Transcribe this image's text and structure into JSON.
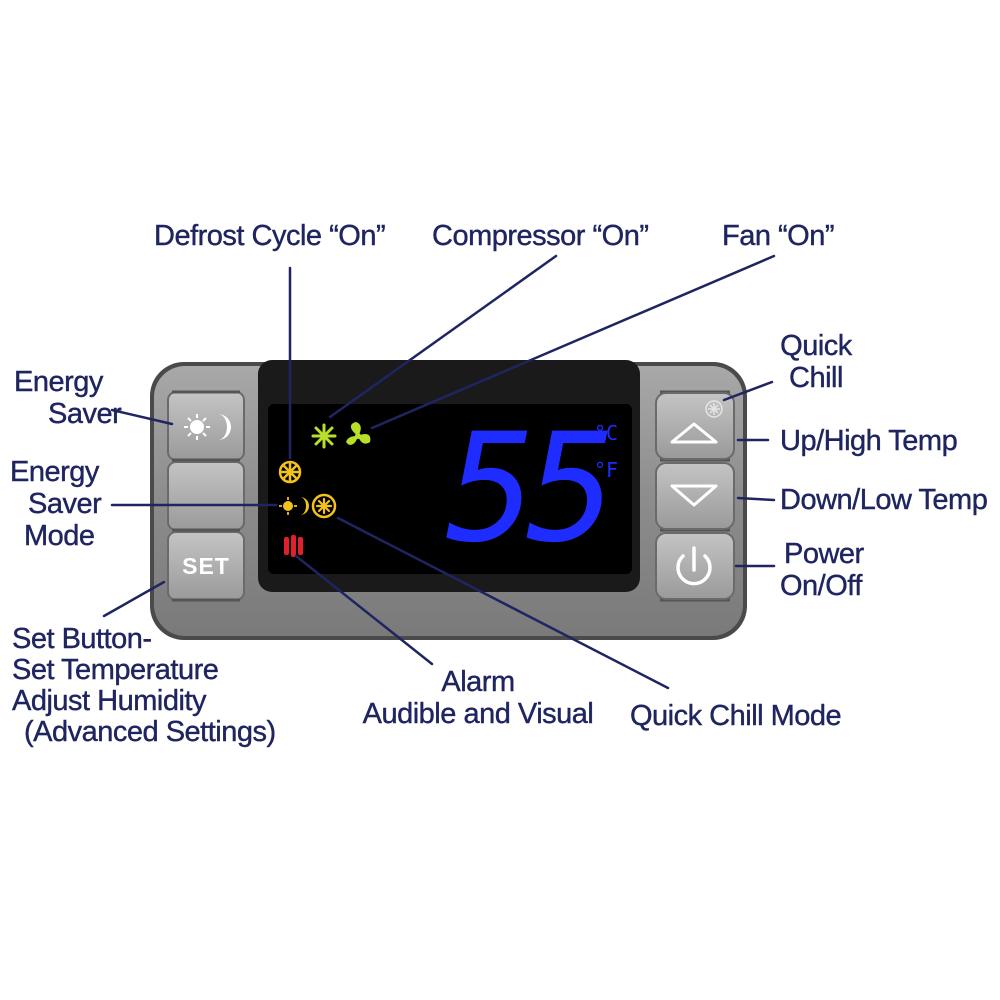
{
  "display": {
    "temperature": "55",
    "unit_celsius": "°C",
    "unit_fahrenheit": "°F"
  },
  "buttons": {
    "set_label": "SET"
  },
  "labels": {
    "defrost": "Defrost Cycle “On”",
    "compressor": "Compressor “On”",
    "fan": "Fan “On”",
    "energy_saver": [
      "Energy",
      "Saver"
    ],
    "energy_saver_mode": [
      "Energy",
      "Saver",
      "Mode"
    ],
    "set_button": [
      "Set Button-",
      "Set Temperature",
      "Adjust Humidity",
      "(Advanced Settings)"
    ],
    "quick_chill": [
      "Quick",
      "Chill"
    ],
    "up": "Up/High Temp",
    "down": "Down/Low Temp",
    "power": [
      "Power",
      "On/Off"
    ],
    "alarm": [
      "Alarm",
      "Audible and Visual"
    ],
    "quick_chill_mode": "Quick Chill Mode"
  },
  "colors": {
    "text": "#1f2560",
    "digits": "#1e2cff",
    "indicator_green": "#b8e02a",
    "indicator_yellow": "#f2c21a",
    "indicator_red": "#e0202a",
    "bezel": "#8a8a8a"
  },
  "icons": {
    "energy_saver_button": "sun-moon-icon",
    "up_button": "up-arrow-icon",
    "down_button": "down-arrow-icon",
    "power_button": "power-icon",
    "quick_chill_indicator": "snowflake-circle-icon",
    "compressor": "snowflake-icon",
    "fan": "fan-icon",
    "defrost": "defrost-icon",
    "energy_saver_mode": "sun-moon-icon",
    "alarm": "alarm-icon"
  }
}
